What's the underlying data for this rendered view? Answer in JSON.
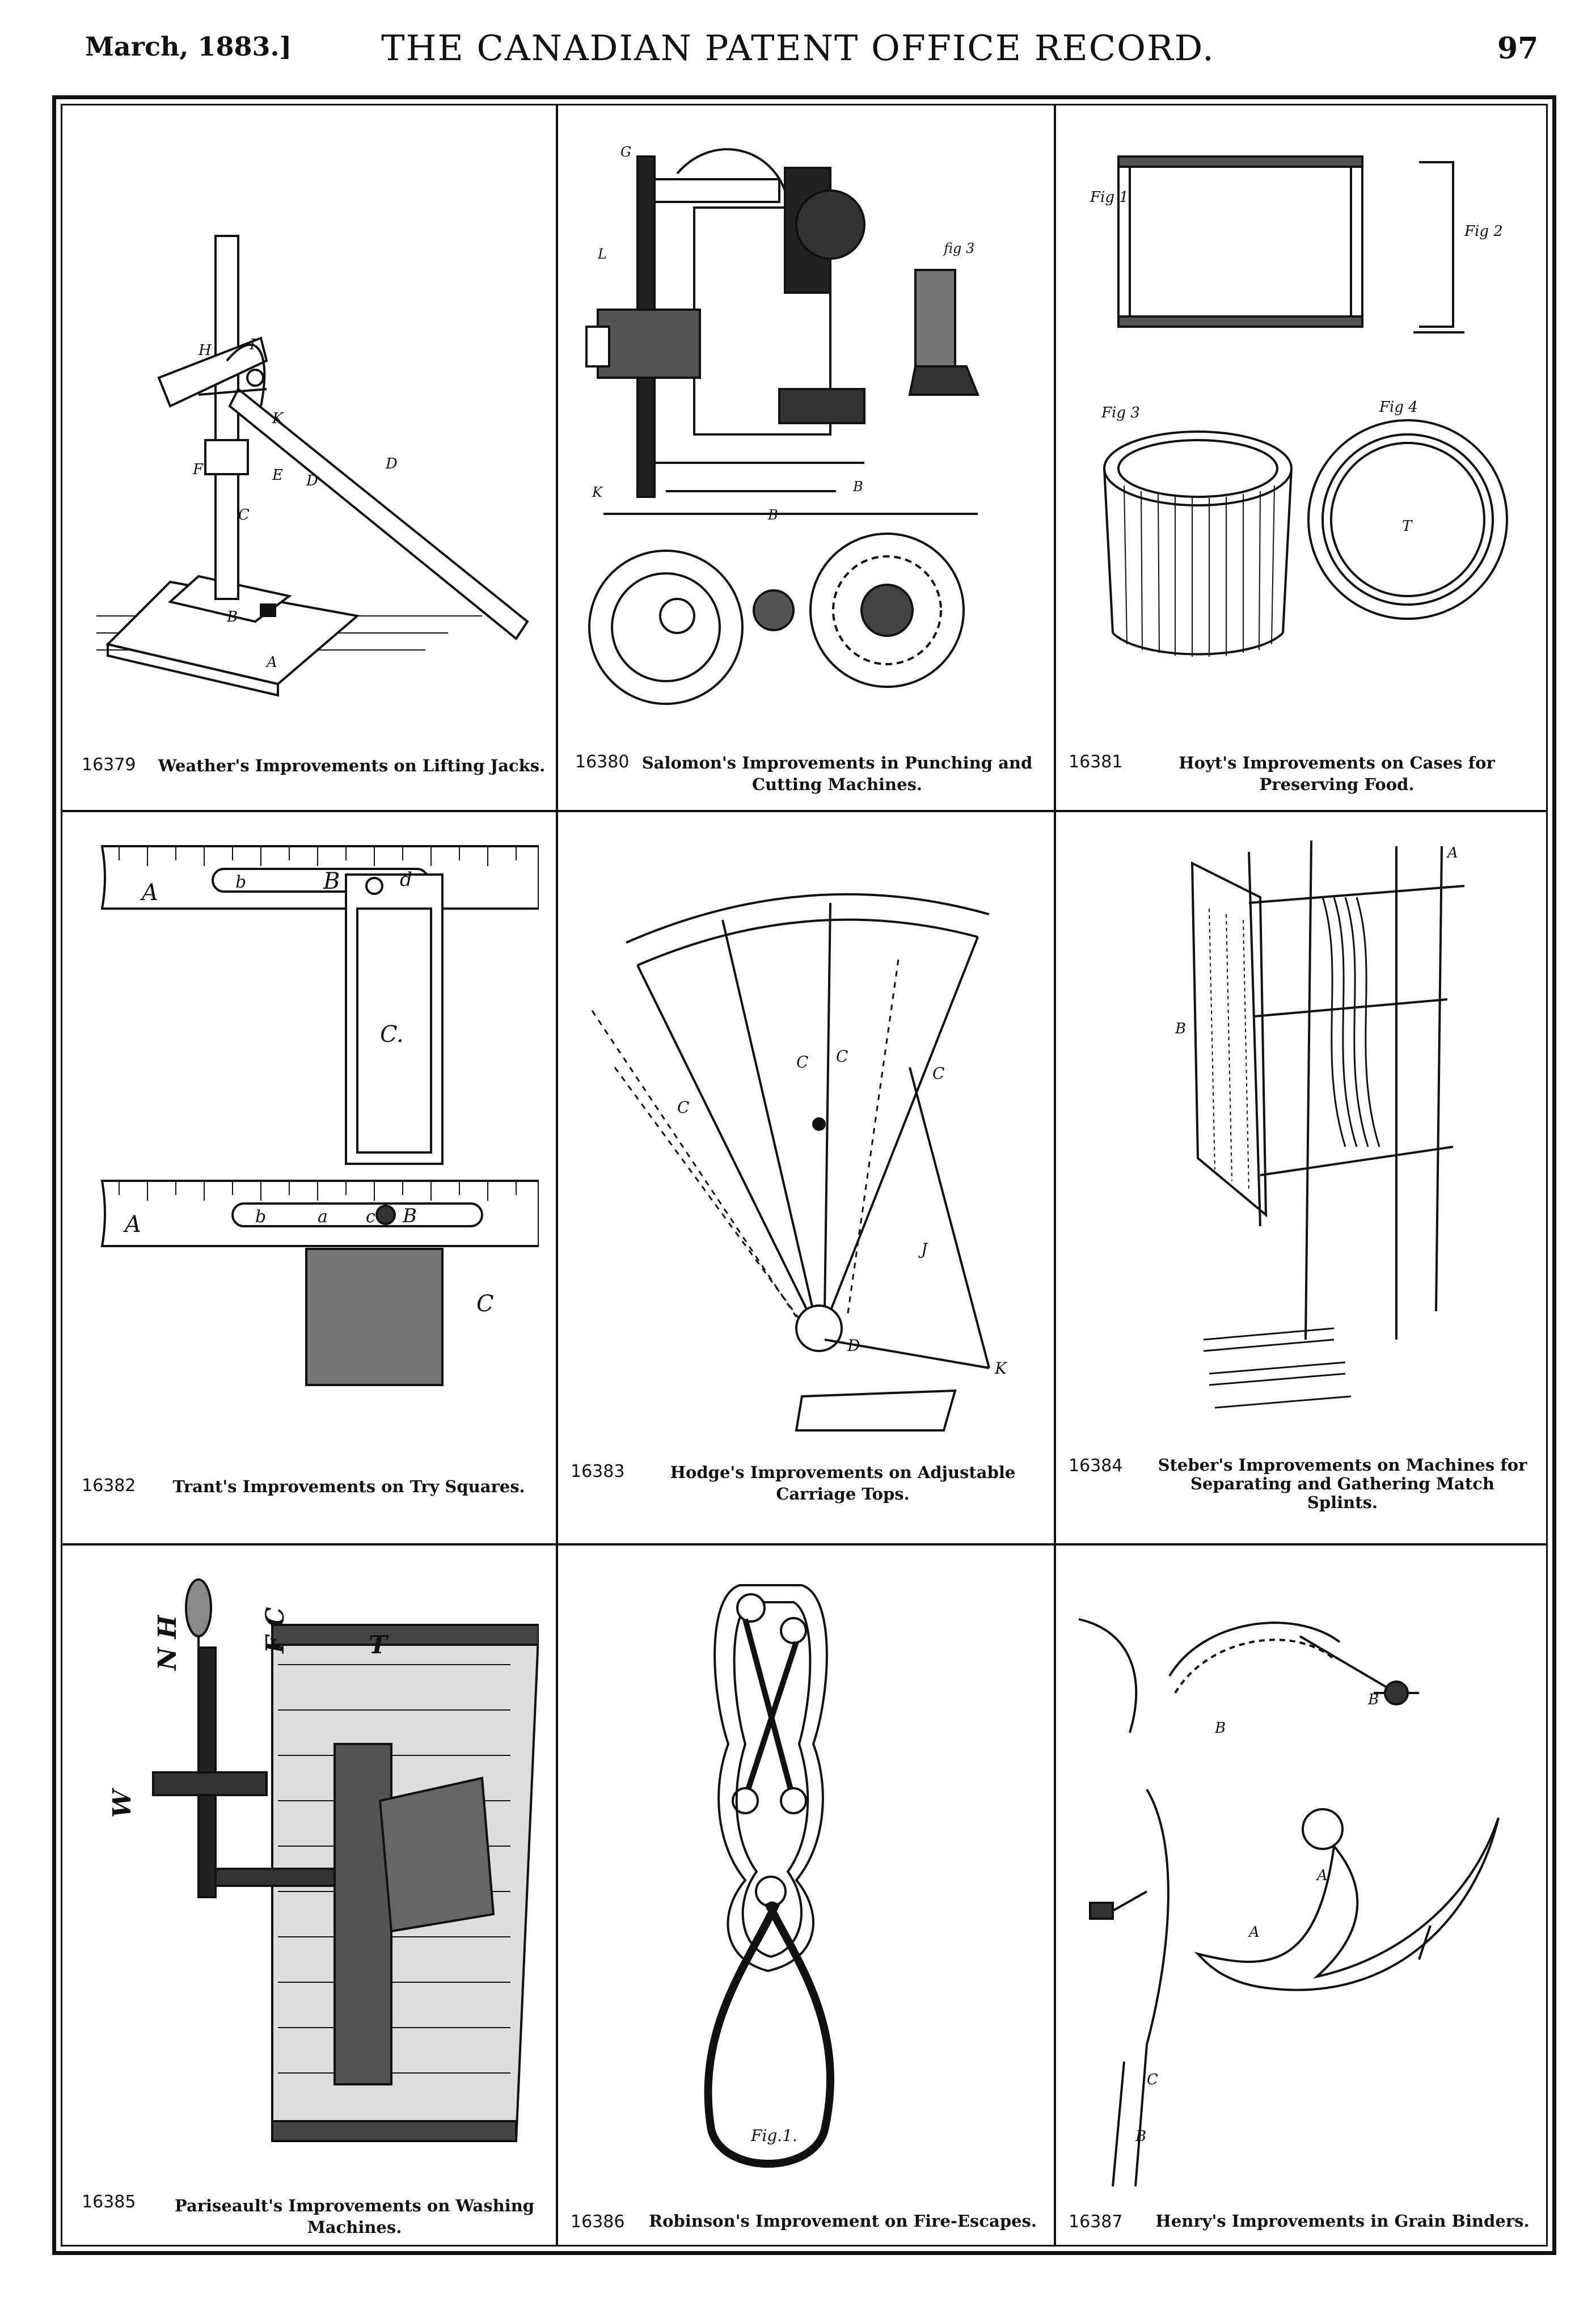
{
  "header": {
    "date": "March, 1883.]",
    "title": "THE CANADIAN PATENT OFFICE RECORD.",
    "page_number": "97"
  },
  "patents": [
    {
      "number": "16379",
      "caption_1": "Weather's Improvements on Lifting Jacks.",
      "caption_2": ""
    },
    {
      "number": "16380",
      "caption_1": "Salomon's Improvements in Punching and",
      "caption_2": "Cutting Machines."
    },
    {
      "number": "16381",
      "caption_1": "Hoyt's Improvements on Cases for",
      "caption_2": "Preserving Food."
    },
    {
      "number": "16382",
      "caption_1": "Trant's Improvements on Try Squares.",
      "caption_2": ""
    },
    {
      "number": "16383",
      "caption_1": "Hodge's Improvements on Adjustable",
      "caption_2": "Carriage Tops."
    },
    {
      "number": "16384",
      "caption_1": "Steber's Improvements on Machines for",
      "caption_2": "Separating and Gathering Match",
      "caption_3": "Splints."
    },
    {
      "number": "16385",
      "caption_1": "Pariseault's Improvements on Washing",
      "caption_2": "Machines."
    },
    {
      "number": "16386",
      "caption_1": "Robinson's Improvement on Fire-Escapes.",
      "caption_2": ""
    },
    {
      "number": "16387",
      "caption_1": "Henry's Improvements in Grain Binders.",
      "caption_2": ""
    }
  ],
  "figure_labels": {
    "try_square_top": [
      "A",
      "b",
      "B",
      "d",
      "C."
    ],
    "try_square_bottom": [
      "A",
      "b",
      "a",
      "c",
      "B",
      "C"
    ],
    "robinson": "Fig.1."
  }
}
